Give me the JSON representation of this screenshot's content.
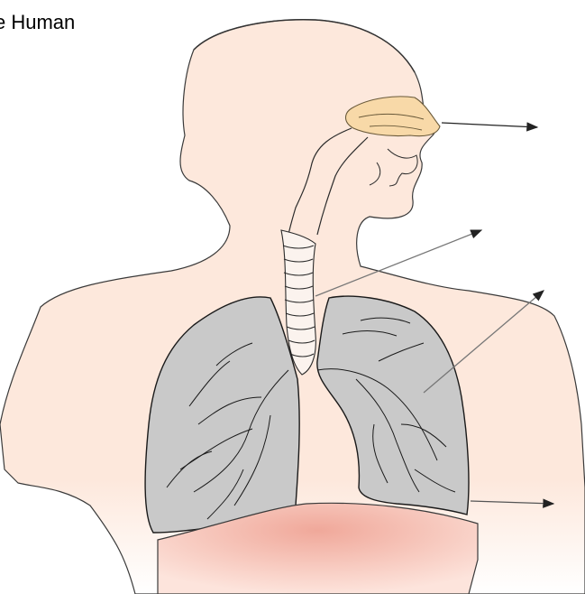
{
  "diagram": {
    "title": "e Human",
    "colors": {
      "skin": "#fde8dc",
      "nose": "#f8d9a8",
      "lung": "#c9c9c9",
      "diaphragm": "#f0b0a5",
      "outline": "#1a1a1a",
      "arrow": "#333333"
    },
    "parts": [
      "nose",
      "trachea",
      "lungs",
      "diaphragm"
    ],
    "label_arrows": 4
  }
}
